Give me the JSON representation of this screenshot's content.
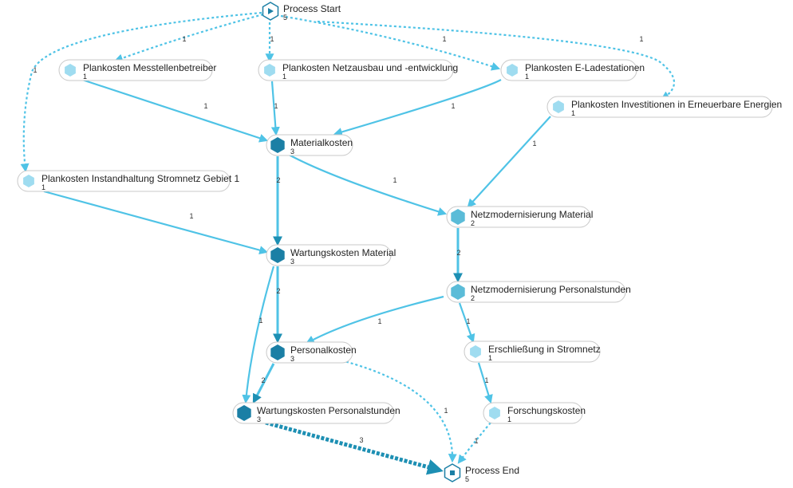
{
  "colors": {
    "light": "#9fdcf0",
    "medium": "#5bbcd8",
    "dark": "#1b7fa5",
    "edge": "#4fc3e6",
    "edge_dark": "#1d8fb3",
    "pill_border": "#c8c8c8",
    "text": "#222222"
  },
  "nodes": [
    {
      "id": "start",
      "label": "Process Start",
      "count": "5",
      "kind": "start",
      "icon": "play-icon"
    },
    {
      "id": "mess",
      "label": "Plankosten Messtellenbetreiber",
      "count": "1",
      "kind": "activity",
      "level": "light",
      "icon": "hexagon-icon"
    },
    {
      "id": "netz",
      "label": "Plankosten Netzausbau und -entwicklung",
      "count": "1",
      "kind": "activity",
      "level": "light",
      "icon": "hexagon-icon"
    },
    {
      "id": "elade",
      "label": "Plankosten E-Ladestationen",
      "count": "1",
      "kind": "activity",
      "level": "light",
      "icon": "hexagon-icon"
    },
    {
      "id": "invest",
      "label": "Plankosten Investitionen in Erneuerbare Energien",
      "count": "1",
      "kind": "activity",
      "level": "light",
      "icon": "hexagon-icon"
    },
    {
      "id": "material",
      "label": "Materialkosten",
      "count": "3",
      "kind": "activity",
      "level": "dark",
      "icon": "hexagon-icon"
    },
    {
      "id": "instand",
      "label": "Plankosten Instandhaltung Stromnetz Gebiet 1",
      "count": "1",
      "kind": "activity",
      "level": "light",
      "icon": "hexagon-icon"
    },
    {
      "id": "netzmat",
      "label": "Netzmodernisierung Material",
      "count": "2",
      "kind": "activity",
      "level": "medium",
      "icon": "hexagon-icon"
    },
    {
      "id": "wartmat",
      "label": "Wartungskosten Material",
      "count": "3",
      "kind": "activity",
      "level": "dark",
      "icon": "hexagon-icon"
    },
    {
      "id": "netzpers",
      "label": "Netzmodernisierung Personalstunden",
      "count": "2",
      "kind": "activity",
      "level": "medium",
      "icon": "hexagon-icon"
    },
    {
      "id": "personal",
      "label": "Personalkosten",
      "count": "3",
      "kind": "activity",
      "level": "dark",
      "icon": "hexagon-icon"
    },
    {
      "id": "erschl",
      "label": "Erschließung in Stromnetz",
      "count": "1",
      "kind": "activity",
      "level": "light",
      "icon": "hexagon-icon"
    },
    {
      "id": "wartpers",
      "label": "Wartungskosten Personalstunden",
      "count": "3",
      "kind": "activity",
      "level": "dark",
      "icon": "hexagon-icon"
    },
    {
      "id": "forsch",
      "label": "Forschungskosten",
      "count": "1",
      "kind": "activity",
      "level": "light",
      "icon": "hexagon-icon"
    },
    {
      "id": "end",
      "label": "Process End",
      "count": "5",
      "kind": "end",
      "icon": "stop-icon"
    }
  ],
  "edges": [
    {
      "from": "start",
      "to": "mess",
      "label": "1",
      "dashed": true
    },
    {
      "from": "start",
      "to": "netz",
      "label": "1",
      "dashed": true
    },
    {
      "from": "start",
      "to": "elade",
      "label": "1",
      "dashed": true
    },
    {
      "from": "start",
      "to": "invest",
      "label": "1",
      "dashed": true
    },
    {
      "from": "start",
      "to": "instand",
      "label": "1",
      "dashed": true
    },
    {
      "from": "mess",
      "to": "material",
      "label": "1",
      "dashed": false
    },
    {
      "from": "netz",
      "to": "material",
      "label": "1",
      "dashed": false
    },
    {
      "from": "elade",
      "to": "material",
      "label": "1",
      "dashed": false
    },
    {
      "from": "invest",
      "to": "netzmat",
      "label": "1",
      "dashed": false
    },
    {
      "from": "material",
      "to": "wartmat",
      "label": "2",
      "dashed": false
    },
    {
      "from": "material",
      "to": "netzmat",
      "label": "1",
      "dashed": false
    },
    {
      "from": "instand",
      "to": "wartmat",
      "label": "1",
      "dashed": false
    },
    {
      "from": "netzmat",
      "to": "netzpers",
      "label": "2",
      "dashed": false
    },
    {
      "from": "wartmat",
      "to": "personal",
      "label": "2",
      "dashed": false
    },
    {
      "from": "wartmat",
      "to": "wartpers",
      "label": "1",
      "dashed": false
    },
    {
      "from": "netzpers",
      "to": "personal",
      "label": "1",
      "dashed": false
    },
    {
      "from": "netzpers",
      "to": "erschl",
      "label": "1",
      "dashed": false
    },
    {
      "from": "personal",
      "to": "wartpers",
      "label": "2",
      "dashed": false
    },
    {
      "from": "personal",
      "to": "end",
      "label": "1",
      "dashed": true
    },
    {
      "from": "erschl",
      "to": "forsch",
      "label": "1",
      "dashed": false
    },
    {
      "from": "forsch",
      "to": "end",
      "label": "1",
      "dashed": true
    },
    {
      "from": "wartpers",
      "to": "end",
      "label": "3",
      "dashed": true
    }
  ]
}
